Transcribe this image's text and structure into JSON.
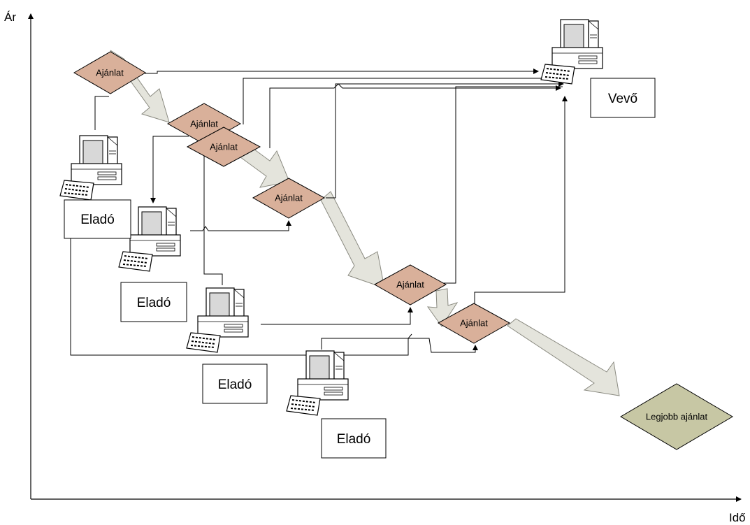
{
  "axes": {
    "y_label": "Ár",
    "x_label": "Idő"
  },
  "buyer": {
    "label": "Vevő",
    "icon": "computer-icon"
  },
  "sellers": [
    {
      "label": "Eladó",
      "icon": "computer-icon"
    },
    {
      "label": "Eladó",
      "icon": "computer-icon"
    },
    {
      "label": "Eladó",
      "icon": "computer-icon"
    },
    {
      "label": "Eladó",
      "icon": "computer-icon"
    }
  ],
  "offers": [
    {
      "label": "Ajánlat"
    },
    {
      "label": "Ajánlat"
    },
    {
      "label": "Ajánlat"
    },
    {
      "label": "Ajánlat"
    },
    {
      "label": "Ajánlat"
    },
    {
      "label": "Ajánlat"
    }
  ],
  "best_offer": {
    "label": "Legjobb ajánlat"
  },
  "colors": {
    "offer_fill": "#d9b09a",
    "best_offer_fill": "#c7c7a4",
    "flow_arrow_fill": "#e4e4dc",
    "line": "#000000"
  }
}
